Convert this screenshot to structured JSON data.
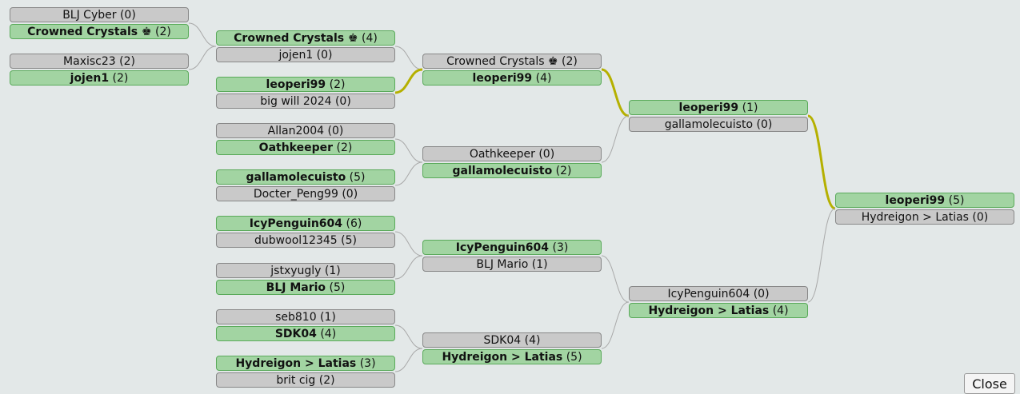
{
  "bracket": {
    "rounds": [
      [
        {
          "teams": [
            {
              "name": "BLJ Cyber",
              "score": "0"
            },
            {
              "name": "Crowned Crystals ♚",
              "score": "2",
              "winner": true
            }
          ]
        },
        {
          "teams": [
            {
              "name": "Maxisc23",
              "score": "2"
            },
            {
              "name": "jojen1",
              "score": "2",
              "winner": true
            }
          ]
        }
      ],
      [
        {
          "teams": [
            {
              "name": "Crowned Crystals ♚",
              "score": "4",
              "winner": true
            },
            {
              "name": "jojen1",
              "score": "0"
            }
          ]
        },
        {
          "teams": [
            {
              "name": "leoperi99",
              "score": "2",
              "winner": true
            },
            {
              "name": "big will 2024",
              "score": "0"
            }
          ]
        },
        {
          "teams": [
            {
              "name": "Allan2004",
              "score": "0"
            },
            {
              "name": "Oathkeeper",
              "score": "2",
              "winner": true
            }
          ]
        },
        {
          "teams": [
            {
              "name": "gallamolecuisto",
              "score": "5",
              "winner": true
            },
            {
              "name": "Docter_Peng99",
              "score": "0"
            }
          ]
        },
        {
          "teams": [
            {
              "name": "IcyPenguin604",
              "score": "6",
              "winner": true
            },
            {
              "name": "dubwool12345",
              "score": "5"
            }
          ]
        },
        {
          "teams": [
            {
              "name": "jstxyugly",
              "score": "1"
            },
            {
              "name": "BLJ Mario",
              "score": "5",
              "winner": true
            }
          ]
        },
        {
          "teams": [
            {
              "name": "seb810",
              "score": "1"
            },
            {
              "name": "SDK04",
              "score": "4",
              "winner": true
            }
          ]
        },
        {
          "teams": [
            {
              "name": "Hydreigon > Latias",
              "score": "3",
              "winner": true
            },
            {
              "name": "brit cig",
              "score": "2"
            }
          ]
        }
      ],
      [
        {
          "teams": [
            {
              "name": "Crowned Crystals ♚",
              "score": "2"
            },
            {
              "name": "leoperi99",
              "score": "4",
              "winner": true
            }
          ]
        },
        {
          "teams": [
            {
              "name": "Oathkeeper",
              "score": "0"
            },
            {
              "name": "gallamolecuisto",
              "score": "2",
              "winner": true
            }
          ]
        },
        {
          "teams": [
            {
              "name": "IcyPenguin604",
              "score": "3",
              "winner": true
            },
            {
              "name": "BLJ Mario",
              "score": "1"
            }
          ]
        },
        {
          "teams": [
            {
              "name": "SDK04",
              "score": "4"
            },
            {
              "name": "Hydreigon > Latias",
              "score": "5",
              "winner": true
            }
          ]
        }
      ],
      [
        {
          "teams": [
            {
              "name": "leoperi99",
              "score": "1",
              "winner": true
            },
            {
              "name": "gallamolecuisto",
              "score": "0"
            }
          ]
        },
        {
          "teams": [
            {
              "name": "IcyPenguin604",
              "score": "0"
            },
            {
              "name": "Hydreigon > Latias",
              "score": "4",
              "winner": true
            }
          ]
        }
      ],
      [
        {
          "teams": [
            {
              "name": "leoperi99",
              "score": "5",
              "winner": true
            },
            {
              "name": "Hydreigon > Latias",
              "score": "0"
            }
          ]
        }
      ]
    ],
    "highlight_color": "#b5b000",
    "connector_color": "#a8a8a8"
  },
  "footer": {
    "close_label": "Close"
  }
}
